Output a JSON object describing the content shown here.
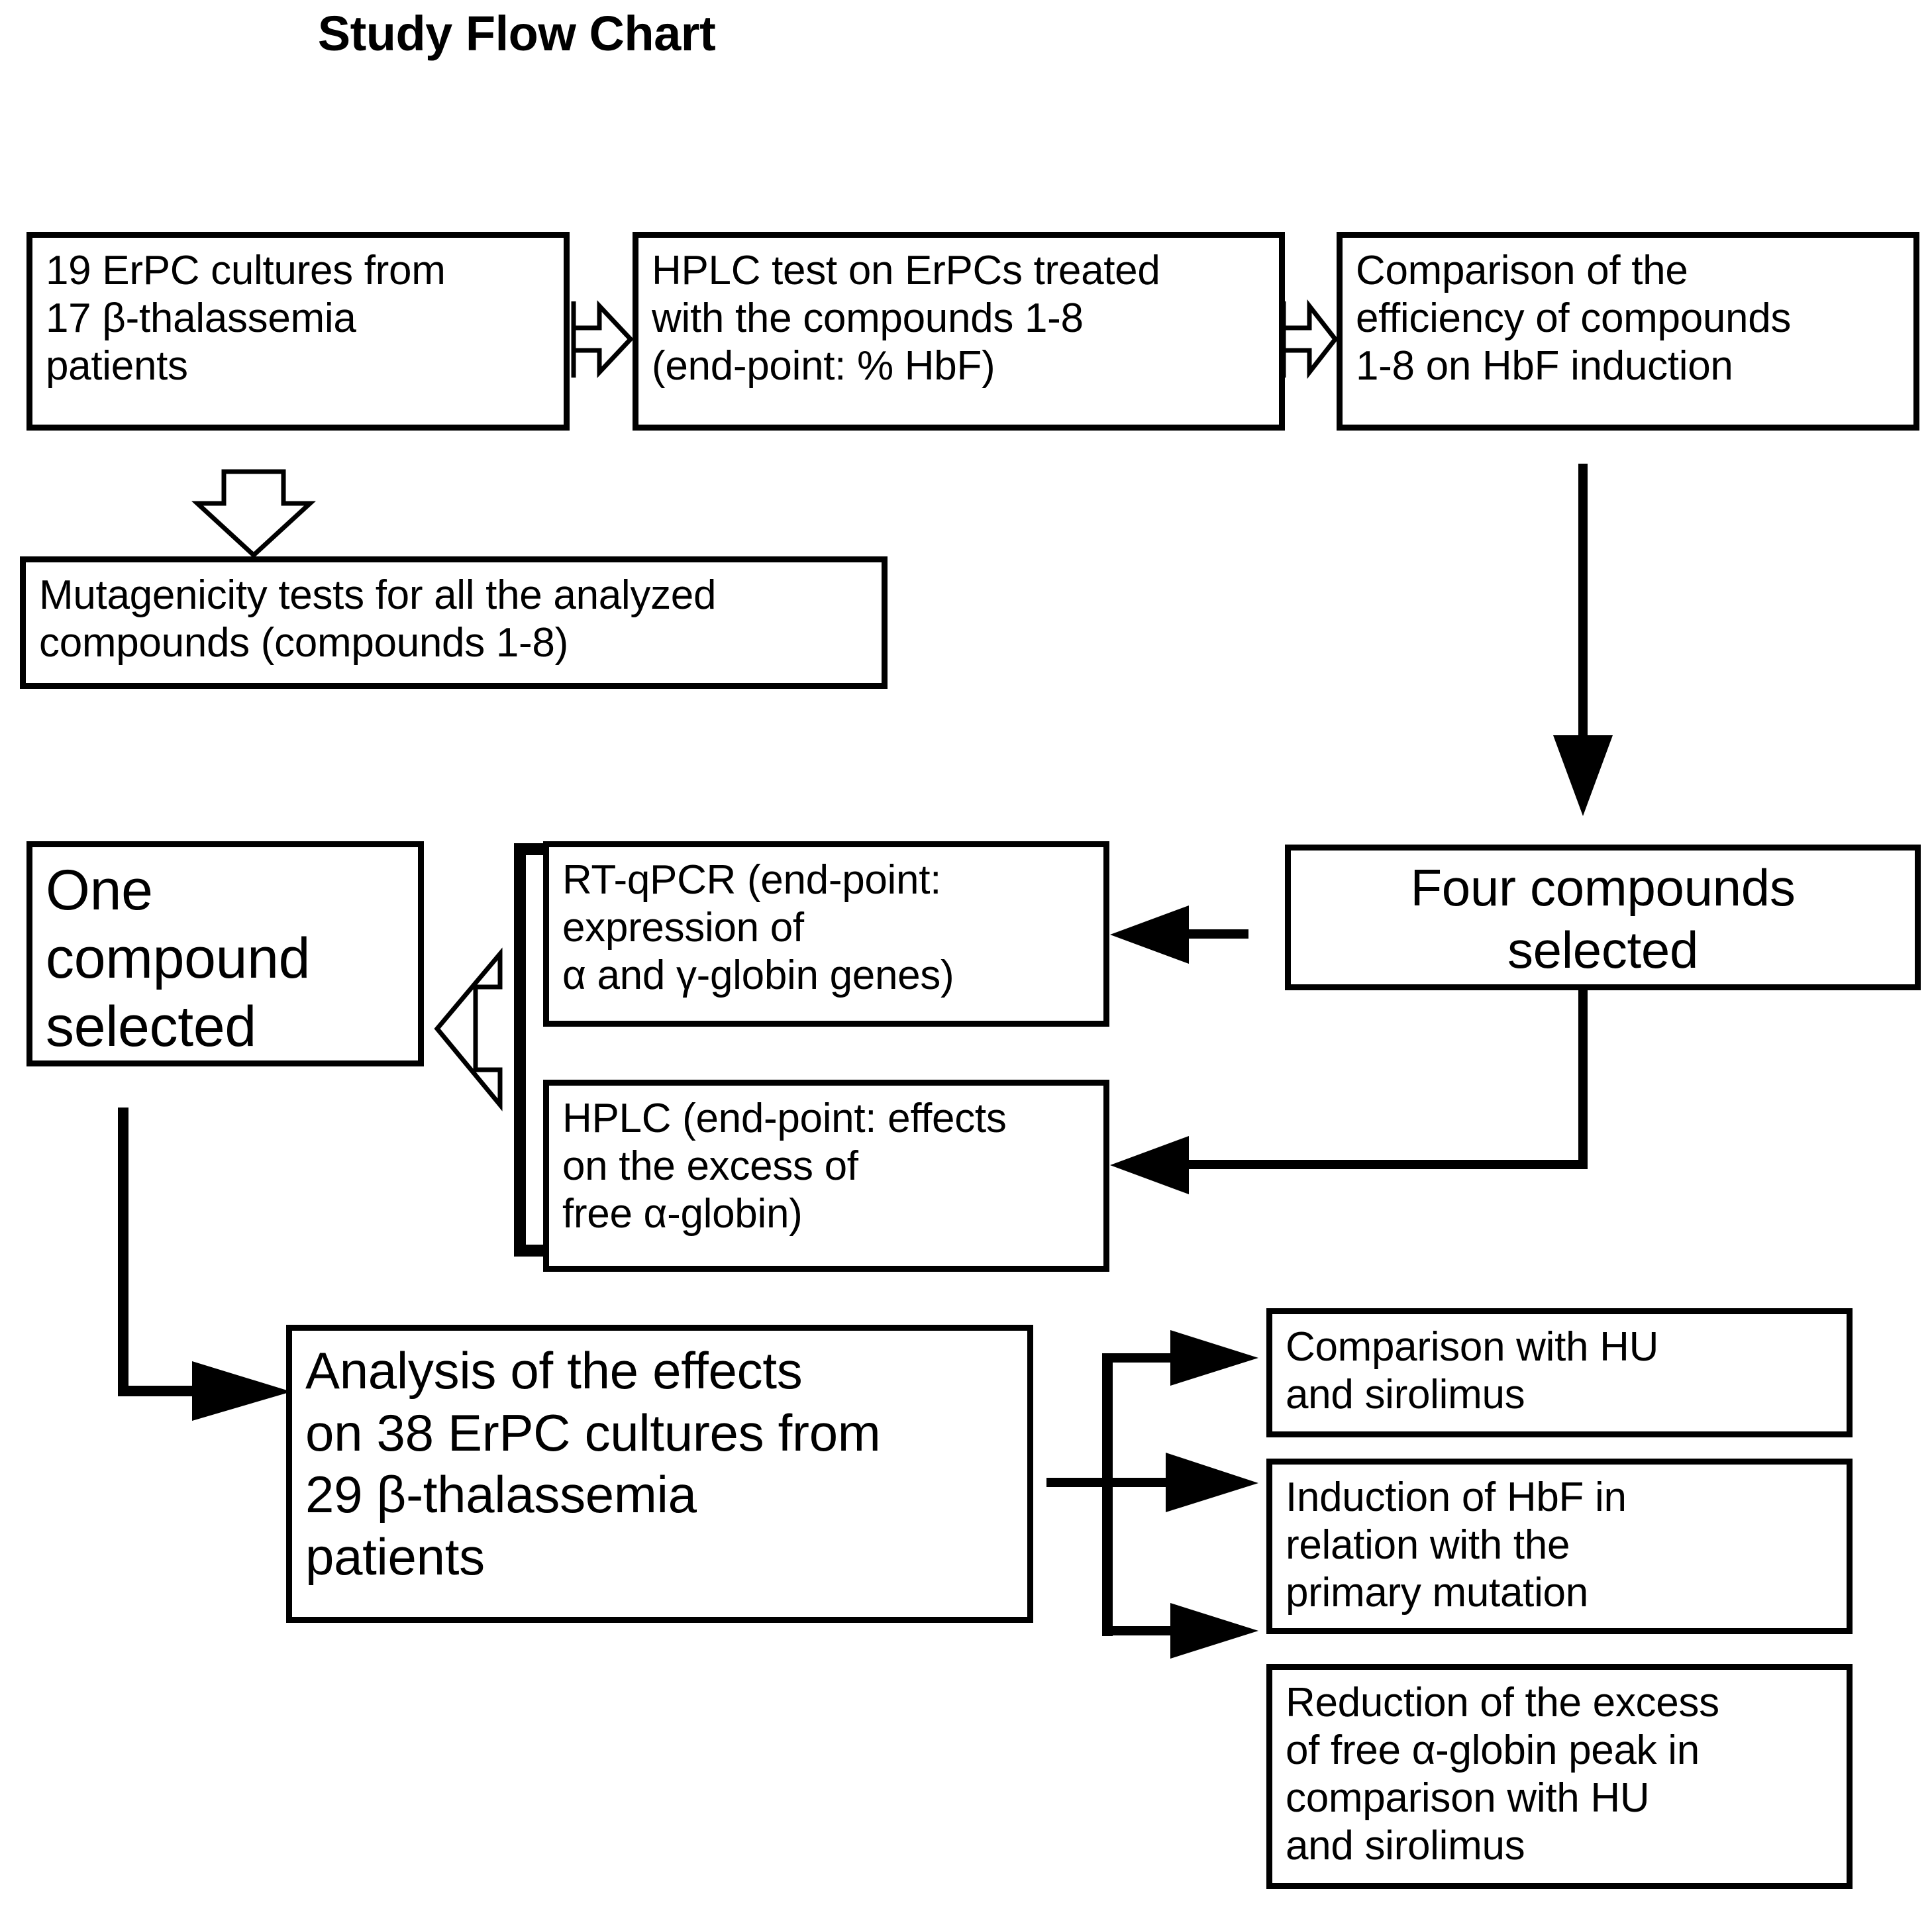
{
  "page": {
    "title": "Study Flow Chart",
    "background_color": "#ffffff",
    "ink_color": "#000000"
  },
  "chart_data": {
    "type": "flowchart",
    "title": "Study Flow Chart",
    "nodes": [
      {
        "id": "n1",
        "label": "19 ErPC cultures from\n17 β-thalassemia\npatients"
      },
      {
        "id": "n2",
        "label": "HPLC test on ErPCs treated\nwith the compounds 1-8\n(end-point: % HbF)"
      },
      {
        "id": "n3",
        "label": "Comparison of the\nefficiency of compounds\n1-8 on HbF induction"
      },
      {
        "id": "n4",
        "label": "Mutagenicity tests for all the analyzed\ncompounds (compounds 1-8)"
      },
      {
        "id": "n5",
        "label": "Four compounds\nselected"
      },
      {
        "id": "n6",
        "label": "RT-qPCR (end-point:\nexpression of\nα and γ-globin genes)"
      },
      {
        "id": "n7",
        "label": "HPLC (end-point: effects\non the excess of\nfree α-globin)"
      },
      {
        "id": "n8",
        "label": "One\ncompound\nselected"
      },
      {
        "id": "n9",
        "label": "Analysis of the effects\non 38 ErPC cultures from\n29 β-thalassemia\npatients"
      },
      {
        "id": "n10",
        "label": "Comparison with HU\nand sirolimus"
      },
      {
        "id": "n11",
        "label": "Induction of HbF in\nrelation with the\nprimary mutation"
      },
      {
        "id": "n12",
        "label": "Reduction of the excess\nof free α-globin peak in\ncomparison with HU\nand sirolimus"
      }
    ],
    "edges": [
      {
        "from": "n1",
        "to": "n2",
        "style": "block-arrow-right"
      },
      {
        "from": "n2",
        "to": "n3",
        "style": "block-arrow-right"
      },
      {
        "from": "n1",
        "to": "n4",
        "style": "block-arrow-down"
      },
      {
        "from": "n3",
        "to": "n5",
        "style": "line-arrow-down"
      },
      {
        "from": "n5",
        "to": "n6",
        "style": "line-arrow-left"
      },
      {
        "from": "n5",
        "to": "n7",
        "style": "line-arrow-left"
      },
      {
        "from": "n6",
        "to": "n8",
        "style": "block-arrow-left-bracket"
      },
      {
        "from": "n7",
        "to": "n8",
        "style": "block-arrow-left-bracket"
      },
      {
        "from": "n8",
        "to": "n9",
        "style": "line-arrow-right-elbow"
      },
      {
        "from": "n9",
        "to": "n10",
        "style": "line-arrow-right-fork"
      },
      {
        "from": "n9",
        "to": "n11",
        "style": "line-arrow-right-fork"
      },
      {
        "from": "n9",
        "to": "n12",
        "style": "line-arrow-right-fork"
      }
    ]
  },
  "boxes": {
    "erpc_cultures": "19 ErPC cultures from\n17 β-thalassemia\npatients",
    "hplc_test": "HPLC test on ErPCs treated\nwith the compounds 1-8\n(end-point: % HbF)",
    "comparison_efficiency": "Comparison of the\nefficiency of compounds\n1-8 on HbF induction",
    "mutagenicity": "Mutagenicity tests for all the analyzed\ncompounds (compounds 1-8)",
    "four_compounds": "Four compounds\nselected",
    "rt_qpcr": "RT-qPCR (end-point:\nexpression of\nα and γ-globin genes)",
    "hplc_alpha": "HPLC (end-point: effects\non the excess of\nfree α-globin)",
    "one_compound": "One\ncompound\nselected",
    "analysis_effects": "Analysis of the effects\non 38 ErPC cultures from\n29 β-thalassemia\npatients",
    "comparison_hu": "Comparison with HU\nand sirolimus",
    "induction_hbf": "Induction of HbF in\nrelation with the\nprimary mutation",
    "reduction_alpha": "Reduction of the excess\nof free α-globin peak in\ncomparison with HU\nand sirolimus"
  }
}
